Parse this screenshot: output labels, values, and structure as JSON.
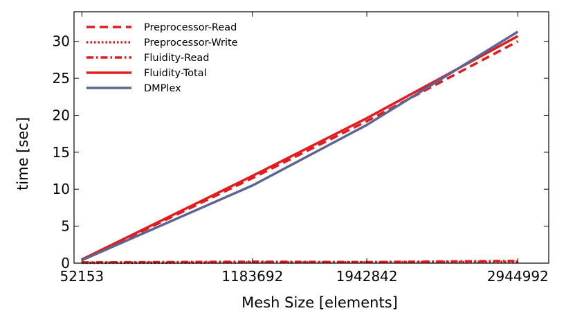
{
  "chart_data": {
    "type": "line",
    "title": "",
    "xlabel": "Mesh Size [elements]",
    "ylabel": "time [sec]",
    "xlim": [
      0,
      3150000
    ],
    "ylim": [
      0,
      34
    ],
    "xticks": [
      52153,
      1183692,
      1942842,
      2944992
    ],
    "xtick_labels": [
      "52153",
      "1183692",
      "1942842",
      "2944992"
    ],
    "yticks": [
      0,
      5,
      10,
      15,
      20,
      25,
      30
    ],
    "ytick_labels": [
      "0",
      "5",
      "10",
      "15",
      "20",
      "25",
      "30"
    ],
    "grid": false,
    "legend_position": "top-left",
    "x": [
      52153,
      1183692,
      1942842,
      2944992
    ],
    "series": [
      {
        "name": "Preprocessor-Read",
        "color": "#e41a1c",
        "style": "dashed",
        "values": [
          0.4,
          11.5,
          19.2,
          30.0
        ]
      },
      {
        "name": "Preprocessor-Write",
        "color": "#e41a1c",
        "style": "dotted",
        "values": [
          0.05,
          0.1,
          0.12,
          0.18
        ]
      },
      {
        "name": "Fluidity-Read",
        "color": "#e41a1c",
        "style": "dashdot",
        "values": [
          0.1,
          0.2,
          0.15,
          0.3
        ]
      },
      {
        "name": "Fluidity-Total",
        "color": "#e41a1c",
        "style": "solid",
        "values": [
          0.5,
          11.8,
          19.6,
          30.7
        ]
      },
      {
        "name": "DMPlex",
        "color": "#5b6591",
        "style": "solid",
        "values": [
          0.4,
          10.5,
          18.7,
          31.3
        ]
      }
    ]
  }
}
